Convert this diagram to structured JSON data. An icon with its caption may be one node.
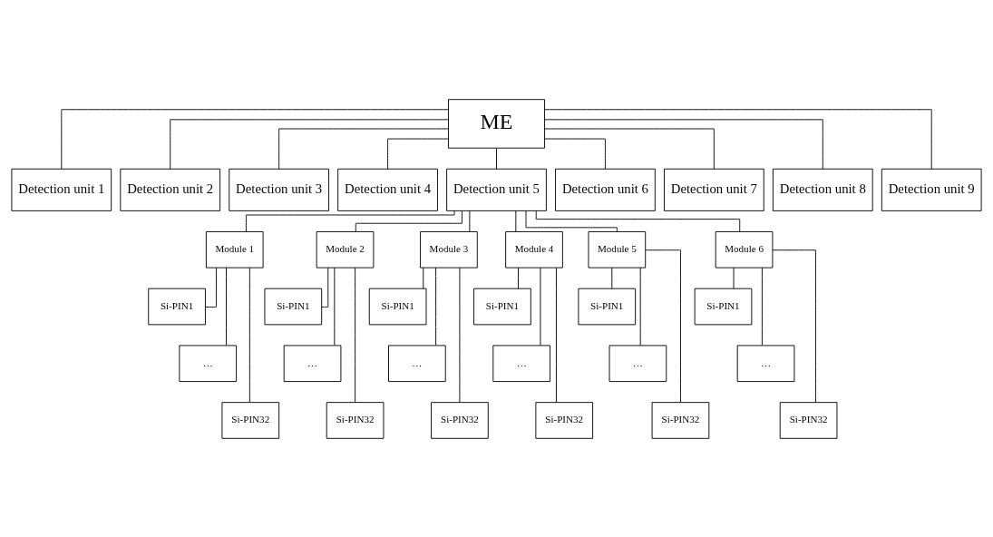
{
  "diagram": {
    "nodes": [
      {
        "text": [
          "ME"
        ]
      },
      {
        "text": [
          "Detection unit 1"
        ]
      },
      {
        "text": [
          "Detection unit 2"
        ]
      },
      {
        "text": [
          "Detection unit 3"
        ]
      },
      {
        "text": [
          "Detection unit 4"
        ]
      },
      {
        "text": [
          "Detection unit 5"
        ]
      },
      {
        "text": [
          "Detection unit 6"
        ]
      },
      {
        "text": [
          "Detection unit 7"
        ]
      },
      {
        "text": [
          "Detection unit 8"
        ]
      },
      {
        "text": [
          "Detection unit 9"
        ]
      },
      {
        "text": [
          "Module 1"
        ]
      },
      {
        "text": [
          "Module 2"
        ]
      },
      {
        "text": [
          "Module 3"
        ]
      },
      {
        "text": [
          "Module 4"
        ]
      },
      {
        "text": [
          "Module 5"
        ]
      },
      {
        "text": [
          "Module 6"
        ]
      },
      {
        "text": [
          "Si-PIN1"
        ]
      },
      {
        "text": [
          "Si-PIN1"
        ]
      },
      {
        "text": [
          "Si-PIN1"
        ]
      },
      {
        "text": [
          "Si-PIN1"
        ]
      },
      {
        "text": [
          "Si-PIN1"
        ]
      },
      {
        "text": [
          "Si-PIN1"
        ]
      },
      {
        "text": [
          "…"
        ]
      },
      {
        "text": [
          "…"
        ]
      },
      {
        "text": [
          "…"
        ]
      },
      {
        "text": [
          "…"
        ]
      },
      {
        "text": [
          "…"
        ]
      },
      {
        "text": [
          "…"
        ]
      },
      {
        "text": [
          "Si-PIN32"
        ]
      },
      {
        "text": [
          "Si-PIN32"
        ]
      },
      {
        "text": [
          "Si-PIN32"
        ]
      },
      {
        "text": [
          "Si-PIN32"
        ]
      },
      {
        "text": [
          "Si-PIN32"
        ]
      },
      {
        "text": [
          "Si-PIN32"
        ]
      }
    ],
    "edges": [
      {
        "from": 0,
        "to": 1,
        "arrow": "none"
      },
      {
        "from": 0,
        "to": 2,
        "arrow": "none"
      },
      {
        "from": 0,
        "to": 3,
        "arrow": "none"
      },
      {
        "from": 0,
        "to": 4,
        "arrow": "none"
      },
      {
        "from": 0,
        "to": 5,
        "arrow": "none"
      },
      {
        "from": 0,
        "to": 6,
        "arrow": "none"
      },
      {
        "from": 0,
        "to": 7,
        "arrow": "none"
      },
      {
        "from": 0,
        "to": 8,
        "arrow": "none"
      },
      {
        "from": 0,
        "to": 9,
        "arrow": "none"
      },
      {
        "from": 5,
        "to": 10,
        "arrow": "none"
      },
      {
        "from": 5,
        "to": 11,
        "arrow": "none"
      },
      {
        "from": 5,
        "to": 12,
        "arrow": "none"
      },
      {
        "from": 5,
        "to": 13,
        "arrow": "none"
      },
      {
        "from": 5,
        "to": 14,
        "arrow": "none"
      },
      {
        "from": 5,
        "to": 15,
        "arrow": "none"
      },
      {
        "from": 10,
        "to": 16,
        "arrow": "none"
      },
      {
        "from": 10,
        "to": 22,
        "arrow": "none"
      },
      {
        "from": 10,
        "to": 28,
        "arrow": "none"
      },
      {
        "from": 11,
        "to": 17,
        "arrow": "none"
      },
      {
        "from": 11,
        "to": 23,
        "arrow": "none"
      },
      {
        "from": 11,
        "to": 29,
        "arrow": "none"
      },
      {
        "from": 12,
        "to": 18,
        "arrow": "none"
      },
      {
        "from": 12,
        "to": 24,
        "arrow": "none"
      },
      {
        "from": 12,
        "to": 30,
        "arrow": "none"
      },
      {
        "from": 13,
        "to": 19,
        "arrow": "none"
      },
      {
        "from": 13,
        "to": 25,
        "arrow": "none"
      },
      {
        "from": 13,
        "to": 31,
        "arrow": "none"
      },
      {
        "from": 14,
        "to": 20,
        "arrow": "none"
      },
      {
        "from": 14,
        "to": 26,
        "arrow": "none"
      },
      {
        "from": 14,
        "to": 32,
        "arrow": "none"
      },
      {
        "from": 15,
        "to": 21,
        "arrow": "none"
      },
      {
        "from": 15,
        "to": 27,
        "arrow": "none"
      },
      {
        "from": 15,
        "to": 33,
        "arrow": "none"
      }
    ]
  }
}
